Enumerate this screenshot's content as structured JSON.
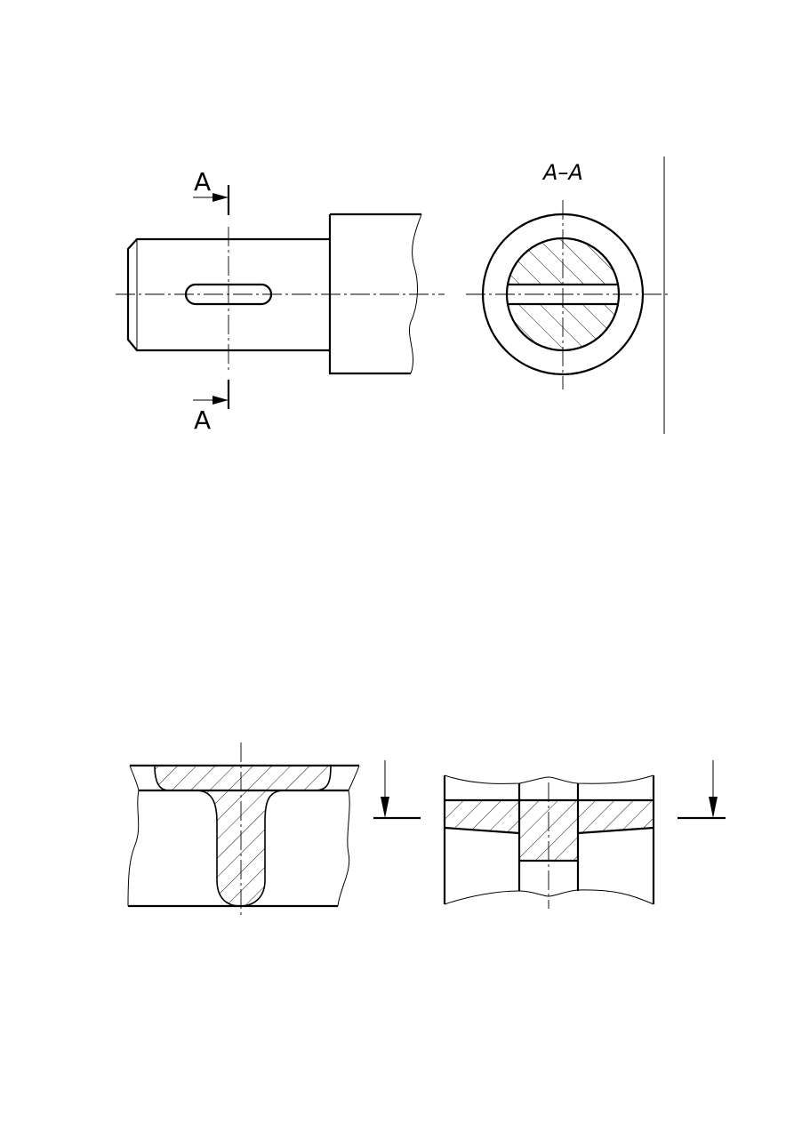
{
  "figure_1": {
    "section_mark_top": "A",
    "section_mark_bottom": "A",
    "section_title": "A–A"
  },
  "colors": {
    "line": "#000000",
    "background": "#ffffff"
  }
}
